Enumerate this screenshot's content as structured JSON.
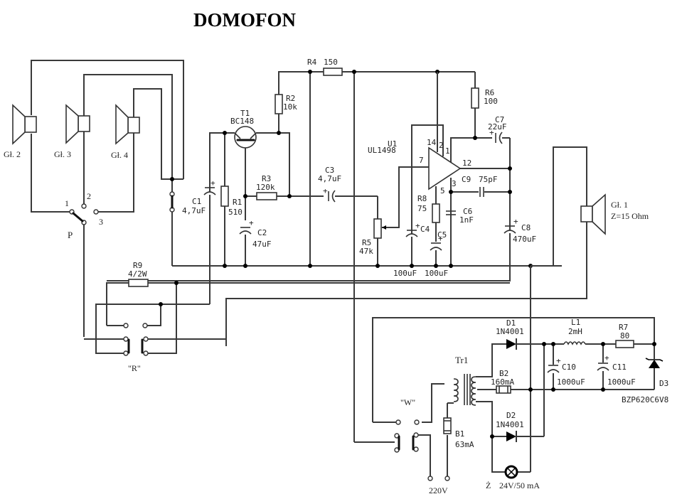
{
  "title": "DOMOFON",
  "speakers": {
    "gl1": {
      "name": "Gł. 1",
      "impedance": "Z=15 Ohm"
    },
    "gl2": {
      "name": "Gł. 2"
    },
    "gl3": {
      "name": "Gł. 3"
    },
    "gl4": {
      "name": "Gł. 4"
    }
  },
  "switch_p": {
    "label": "P",
    "pos1": "1",
    "pos2": "2",
    "pos3": "3"
  },
  "relay_r": {
    "label": "\"R\""
  },
  "relay_w": {
    "label": "\"W\""
  },
  "transistor": {
    "ref": "T1",
    "part": "BC148"
  },
  "ic": {
    "ref": "U1",
    "part": "UL1498",
    "pins": {
      "p14": "14",
      "p2": "2",
      "p1": "1",
      "p7": "7",
      "p12": "12",
      "p3": "3",
      "p5": "5"
    }
  },
  "resistors": {
    "r1": {
      "ref": "R1",
      "value": "510"
    },
    "r2": {
      "ref": "R2",
      "value": "10k"
    },
    "r3": {
      "ref": "R3",
      "value": "120k"
    },
    "r4": {
      "ref": "R4",
      "value": "150"
    },
    "r5": {
      "ref": "R5",
      "value": "47k"
    },
    "r6": {
      "ref": "R6",
      "value": "100"
    },
    "r7": {
      "ref": "R7",
      "value": "80"
    },
    "r8": {
      "ref": "R8",
      "value": "75"
    },
    "r9": {
      "ref": "R9",
      "value": "4/2W"
    }
  },
  "capacitors": {
    "c1": {
      "ref": "C1",
      "value": "4,7uF"
    },
    "c2": {
      "ref": "C2",
      "value": "47uF"
    },
    "c3": {
      "ref": "C3",
      "value": "4,7uF"
    },
    "c4": {
      "ref": "C4",
      "value": "100uF"
    },
    "c5": {
      "ref": "C5",
      "value": "100uF"
    },
    "c6": {
      "ref": "C6",
      "value": "1nF"
    },
    "c7": {
      "ref": "C7",
      "value": "22uF"
    },
    "c8": {
      "ref": "C8",
      "value": "470uF"
    },
    "c9": {
      "ref": "C9",
      "value": "75pF"
    },
    "c10": {
      "ref": "C10",
      "value": "1000uF"
    },
    "c11": {
      "ref": "C11",
      "value": "1000uF"
    }
  },
  "inductor": {
    "ref": "L1",
    "value": "2mH"
  },
  "diodes": {
    "d1": {
      "ref": "D1",
      "part": "1N4001"
    },
    "d2": {
      "ref": "D2",
      "part": "1N4001"
    },
    "d3": {
      "ref": "D3",
      "part": "BZP620C6V8"
    }
  },
  "fuses": {
    "b1": {
      "ref": "B1",
      "value": "63mA"
    },
    "b2": {
      "ref": "B2",
      "value": "160mA"
    }
  },
  "transformer": {
    "ref": "Tr1"
  },
  "lamp": {
    "ref": "Ż",
    "value": "24V/50 mA"
  },
  "mains": {
    "label": "220V"
  }
}
